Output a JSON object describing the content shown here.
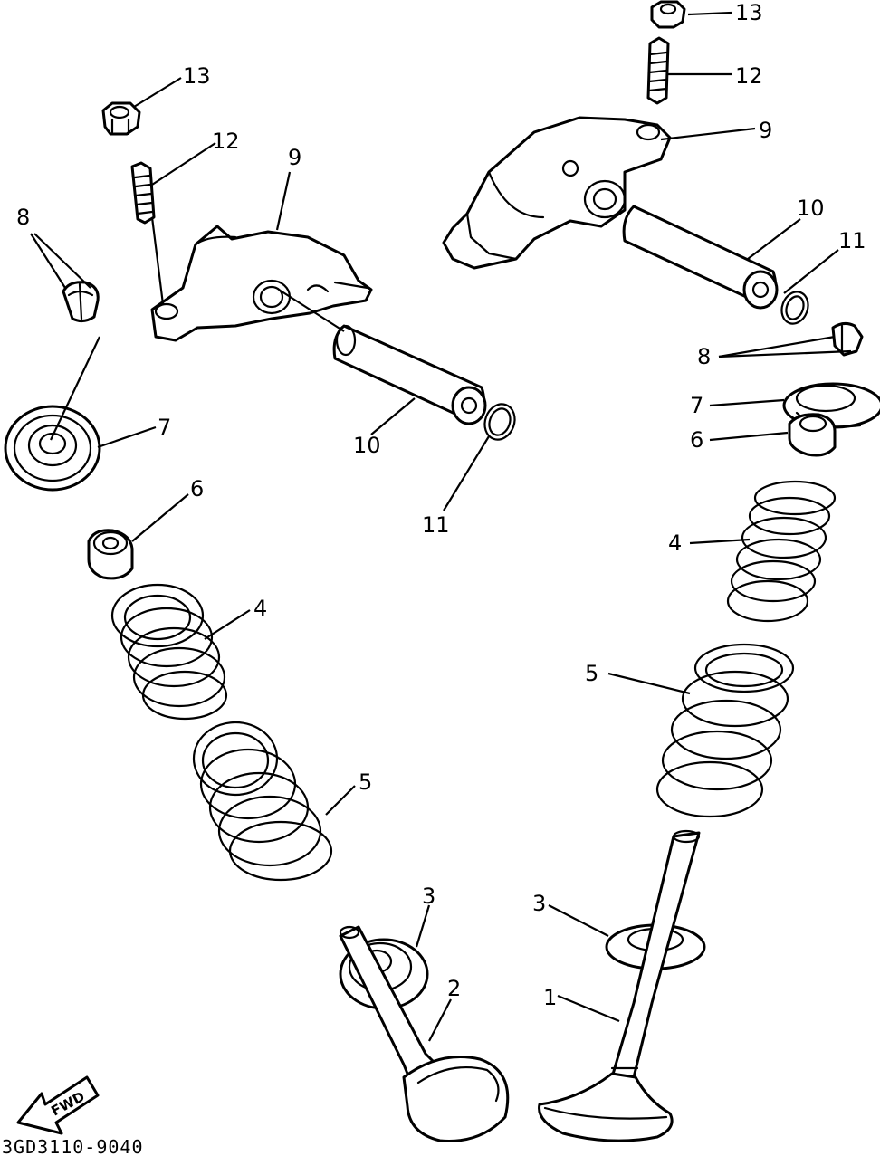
{
  "labels": {
    "l1": "1",
    "l2": "2",
    "l3a": "3",
    "l3b": "3",
    "l4a": "4",
    "l4b": "4",
    "l5a": "5",
    "l5b": "5",
    "l6a": "6",
    "l6b": "6",
    "l7a": "7",
    "l7b": "7",
    "l8a": "8",
    "l8b": "8",
    "l9a": "9",
    "l9b": "9",
    "l10a": "10",
    "l10b": "10",
    "l11a": "11",
    "l11b": "11",
    "l12a": "12",
    "l12b": "12",
    "l13a": "13",
    "l13b": "13"
  },
  "fwd_label": "FWD",
  "diagram_code": "3GD3110-9040"
}
